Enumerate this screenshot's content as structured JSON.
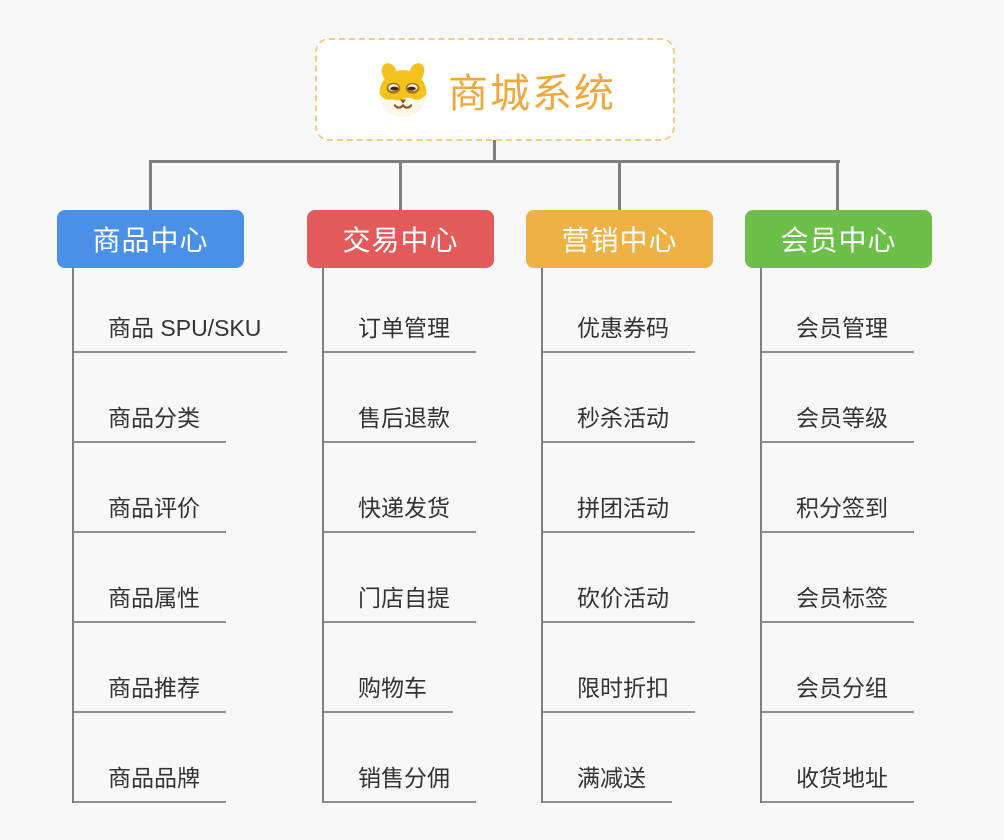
{
  "root": {
    "title": "商城系统",
    "icon": "dog-face-icon"
  },
  "branches": [
    {
      "label": "商品中心",
      "color": "#4a90e8",
      "items": [
        "商品 SPU/SKU",
        "商品分类",
        "商品评价",
        "商品属性",
        "商品推荐",
        "商品品牌"
      ]
    },
    {
      "label": "交易中心",
      "color": "#e25b5a",
      "items": [
        "订单管理",
        "售后退款",
        "快递发货",
        "门店自提",
        "购物车",
        "销售分佣"
      ]
    },
    {
      "label": "营销中心",
      "color": "#eeb143",
      "items": [
        "优惠券码",
        "秒杀活动",
        "拼团活动",
        "砍价活动",
        "限时折扣",
        "满减送"
      ]
    },
    {
      "label": "会员中心",
      "color": "#6cc04a",
      "items": [
        "会员管理",
        "会员等级",
        "积分签到",
        "会员标签",
        "会员分组",
        "收货地址"
      ]
    }
  ],
  "colors": {
    "background": "#f8f8f8",
    "root_accent": "#efa83e",
    "root_border": "#f3cc86",
    "connector": "#7f7f7f",
    "leaf_underline": "#8e8e8e",
    "leaf_text": "#333333"
  }
}
